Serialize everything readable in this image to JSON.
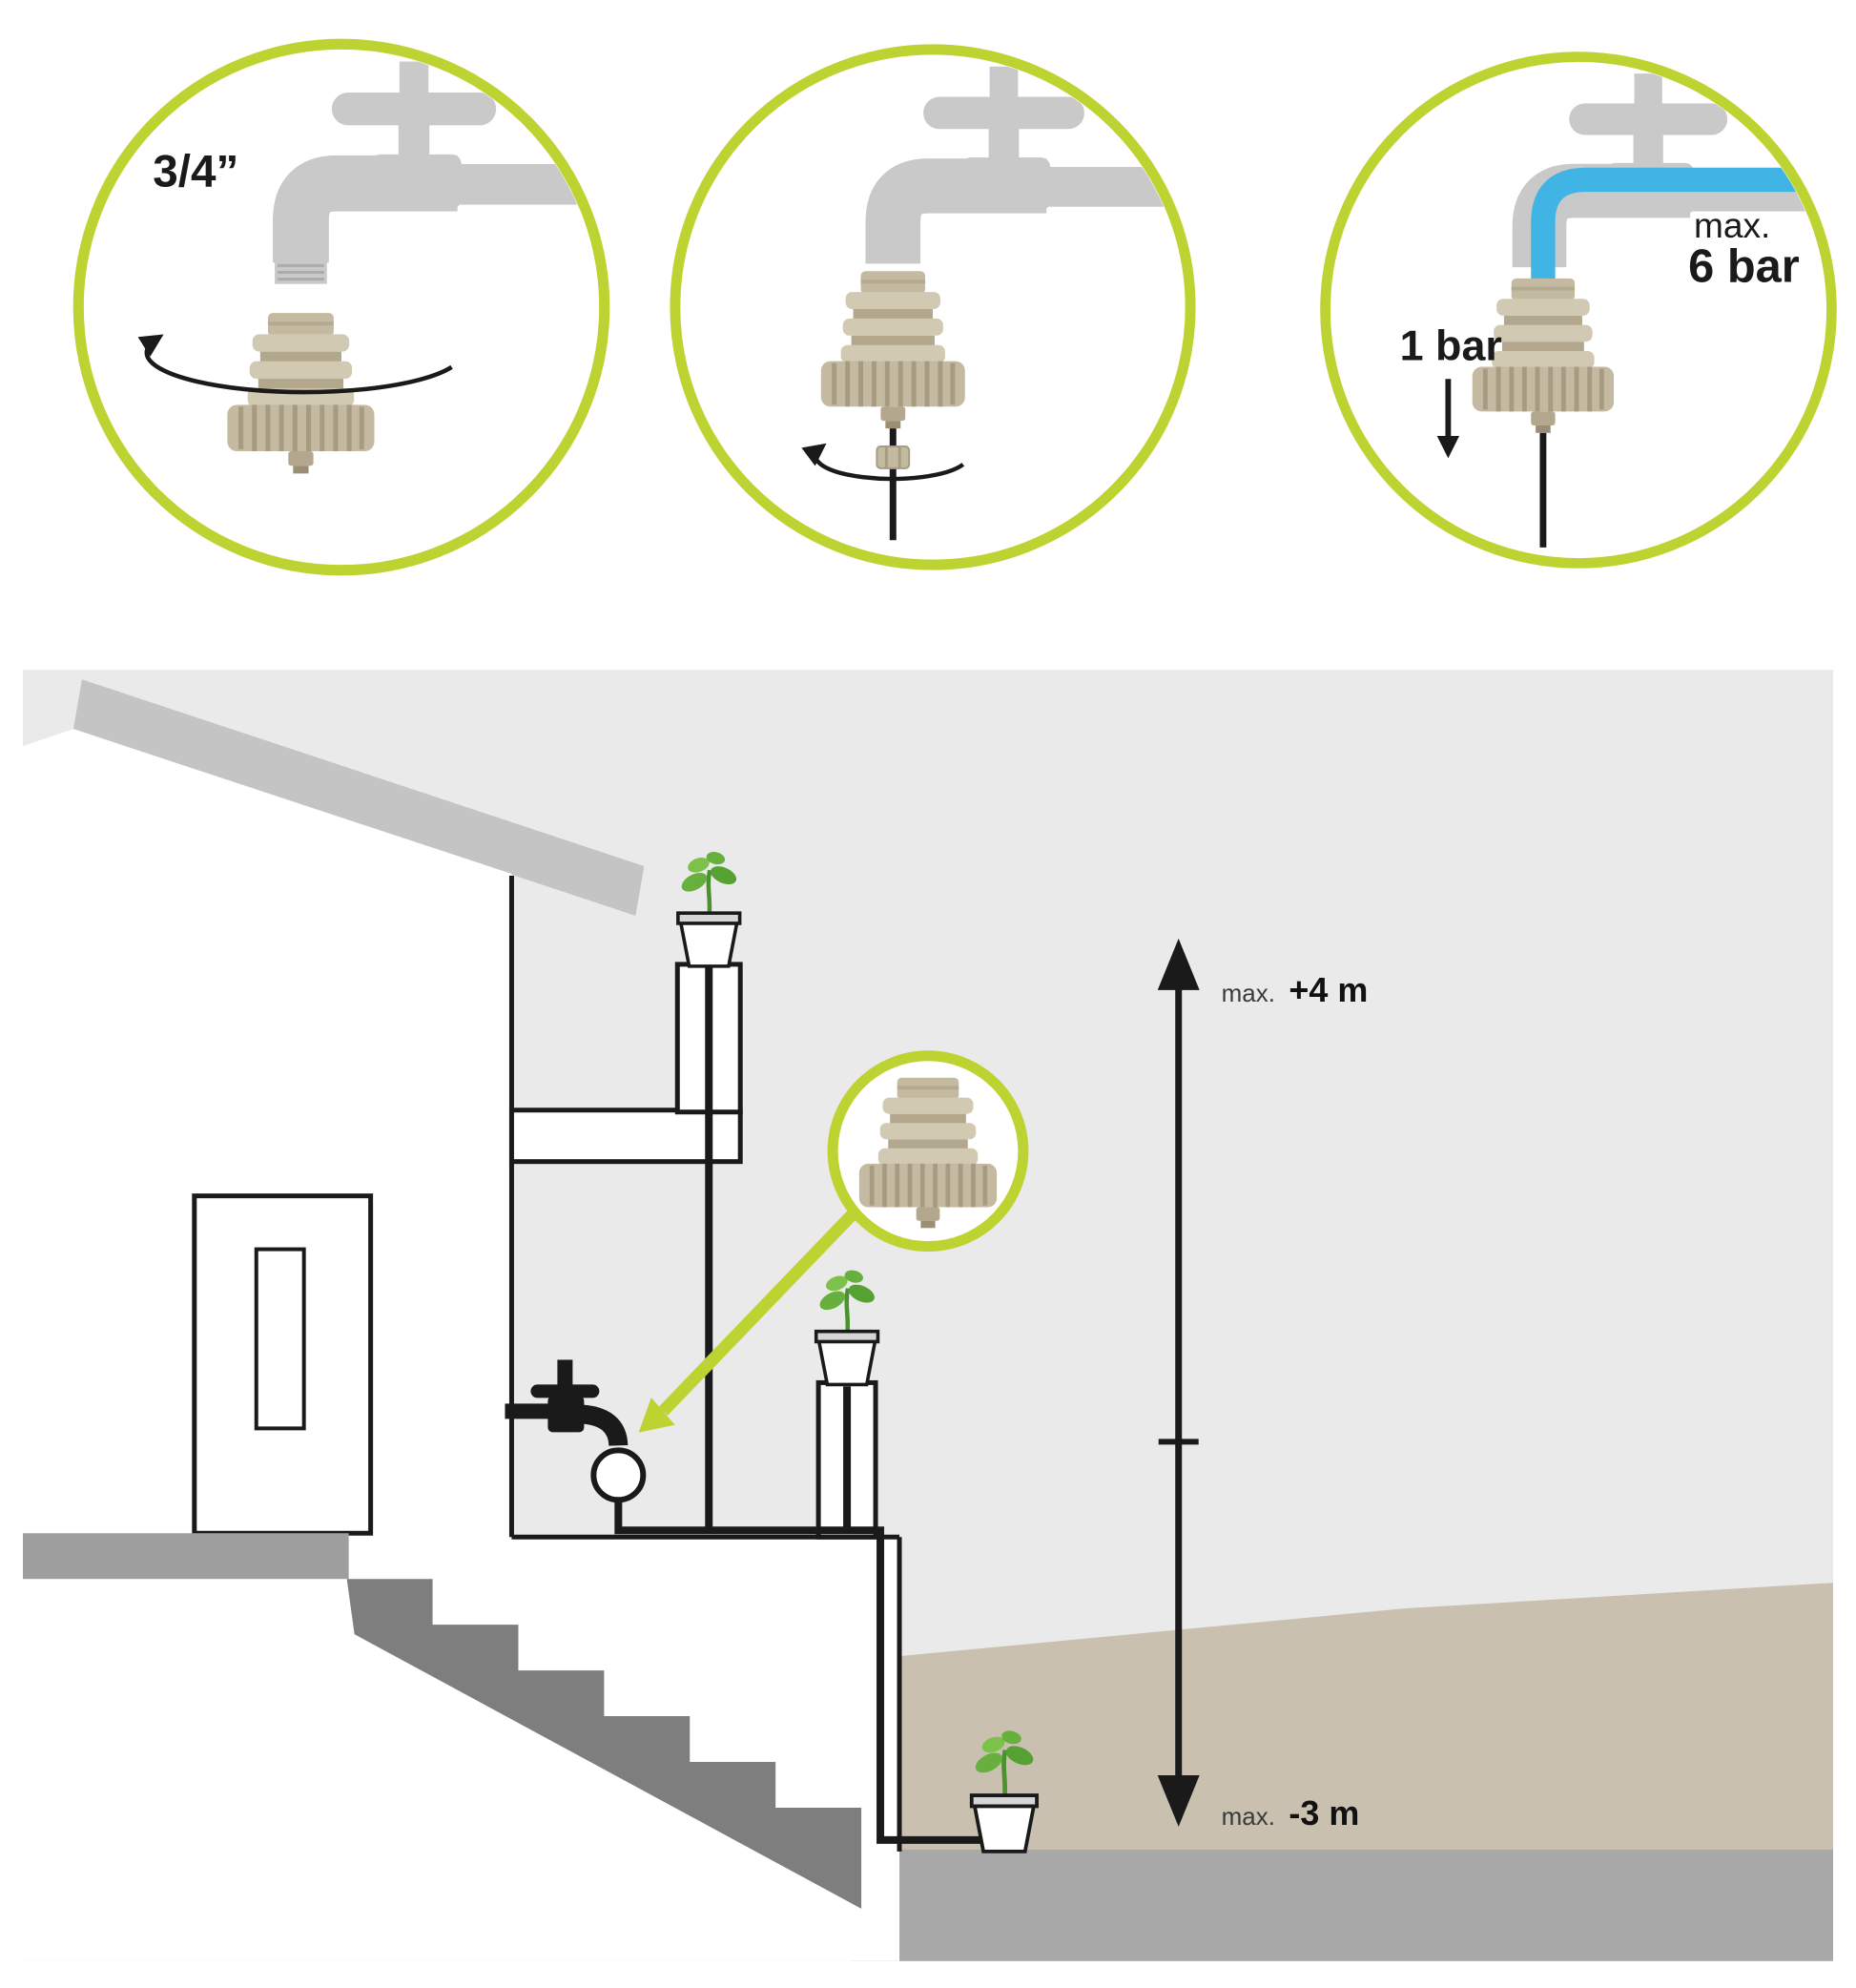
{
  "colors": {
    "lime": "#bdd331",
    "tap_gray": "#c9c9c9",
    "device_tan": "#cbc1a8",
    "device_tan_light": "#d2c9b2",
    "device_tan_dark": "#b3a88d",
    "hose_blue": "#3fb4e5",
    "plant_green": "#67b03d",
    "scene_bg": "#eaeaea",
    "ground_beige": "#c9c0af",
    "stairs_gray": "#7e7e7e",
    "path_gray": "#a8a8a8",
    "line_black": "#1a1a1a"
  },
  "steps": [
    {
      "name": "screw-reducer-onto-tap",
      "thread_size": "3/4”"
    },
    {
      "name": "screw-hose-nut-onto-outlet"
    },
    {
      "name": "pressure-ratings",
      "max_label": "max.",
      "inlet_pressure": "6 bar",
      "outlet_pressure": "1 bar"
    }
  ],
  "scene": {
    "max_label": "max.",
    "height_above": "+4 m",
    "height_below": "-3 m"
  }
}
